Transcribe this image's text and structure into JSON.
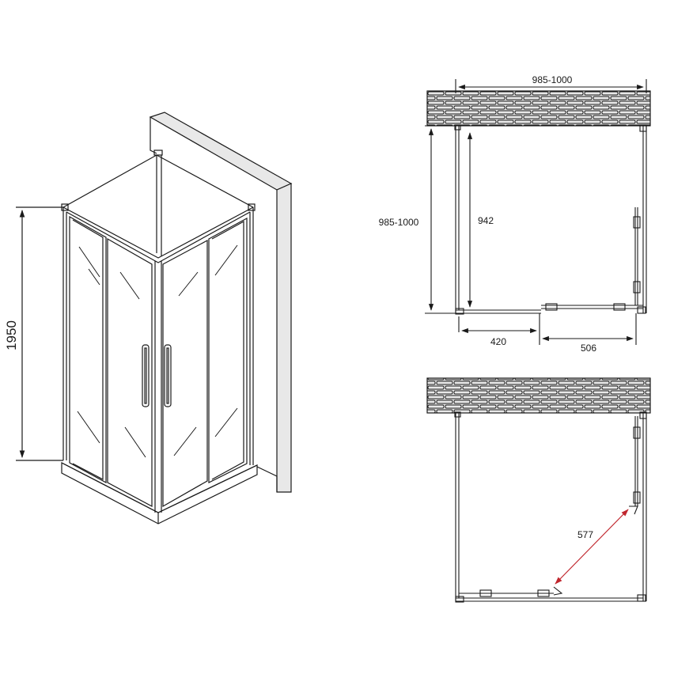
{
  "iso_view": {
    "height_label": "1950"
  },
  "plan_top": {
    "width_label": "985-1000",
    "depth_label": "985-1000",
    "inner_depth_label": "942",
    "fixed_panel_label": "420",
    "door_opening_label": "506"
  },
  "plan_bottom": {
    "diagonal_label": "577"
  },
  "colors": {
    "line": "#1a1a1a",
    "wall_fill": "#e8e8e8",
    "accent_dimension": "#c0262d"
  }
}
